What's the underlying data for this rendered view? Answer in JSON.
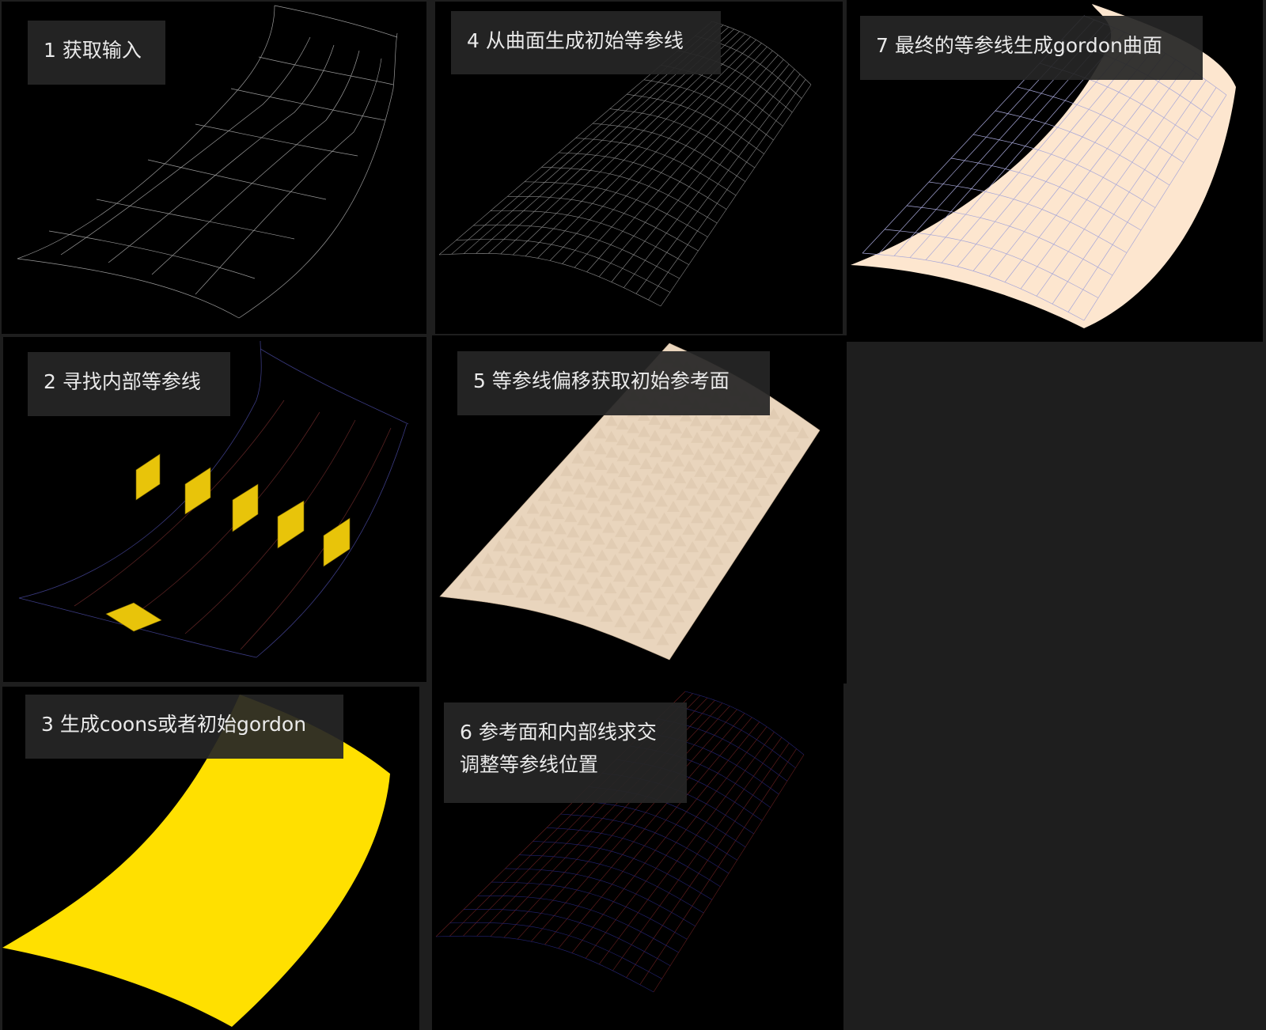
{
  "panels": [
    {
      "step": "1",
      "caption": "1 获取输入"
    },
    {
      "step": "2",
      "caption": "2 寻找内部等参线"
    },
    {
      "step": "3",
      "caption": "3 生成coons或者初始gordon"
    },
    {
      "step": "4",
      "caption": "4 从曲面生成初始等参线"
    },
    {
      "step": "5",
      "caption": "5 等参线偏移获取初始参考面"
    },
    {
      "step": "6",
      "caption": "6 参考面和内部线求交\n调整等参线位置"
    },
    {
      "step": "7",
      "caption": "7 最终的等参线生成gordon曲面"
    }
  ],
  "colors": {
    "background": "#1e1e1e",
    "viewport": "#000000",
    "wire": "#8c8c8c",
    "patch_yellow": "#e8c40a",
    "surface_yellow": "#ffe000",
    "reference_tan": "#ead7c0",
    "final_surface": "#fde8d0"
  }
}
